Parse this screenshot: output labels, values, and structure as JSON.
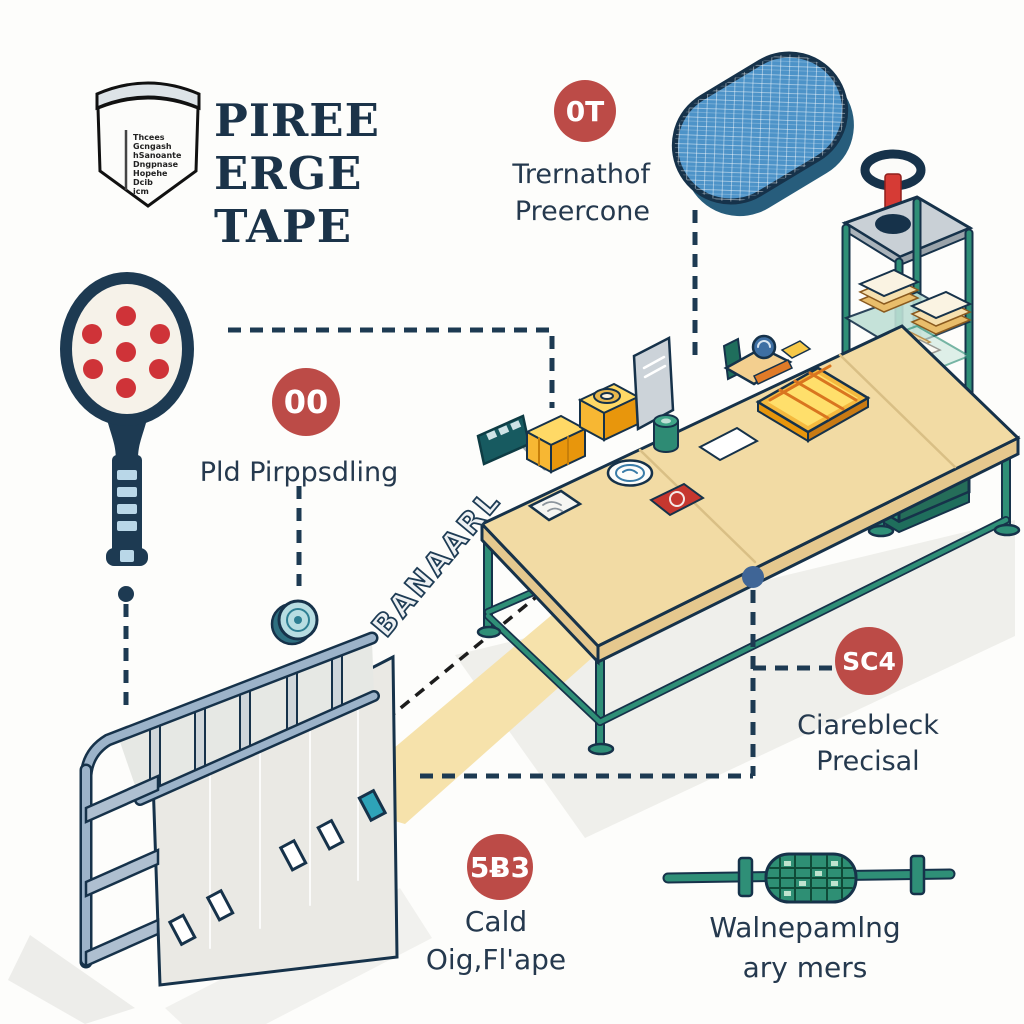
{
  "palette": {
    "ink_navy": "#1d3a52",
    "badge_red": "#bc4b47",
    "dot_red": "#cf3338",
    "table_tan": "#f2dba4",
    "machine_green": "#2f8f77",
    "mesh_blue": "#4d93c8",
    "rack_panel_gray": "#eae9e4",
    "rack_frame_blue": "#9cb3c9"
  },
  "logo_tag": {
    "lines": [
      "Thcees",
      "Gcngash",
      "hSanoante",
      "Dngpnase",
      "Hopehe",
      "Dcib",
      "icm"
    ]
  },
  "title": {
    "lines": [
      "PIREE",
      "ERGE",
      "TAPE"
    ]
  },
  "steps": {
    "step_01": {
      "badge": "0T",
      "label_lines": [
        "Trernathof",
        "Preercone"
      ]
    },
    "step_00": {
      "badge": "00",
      "label_lines": [
        "Pld Pirppsdling"
      ]
    },
    "step_sc4": {
      "badge": "SC4",
      "label_lines": [
        "Ciarebleck",
        "Precisal"
      ]
    },
    "step_5b3": {
      "badge": "5Ƀ3",
      "label_lines": [
        "Cald",
        "Oig,Fl'ape"
      ]
    }
  },
  "roller_tool": {
    "label_lines": [
      "Walnepamlng",
      "ary mers"
    ]
  },
  "conveyor": {
    "text": "BANAARL"
  }
}
